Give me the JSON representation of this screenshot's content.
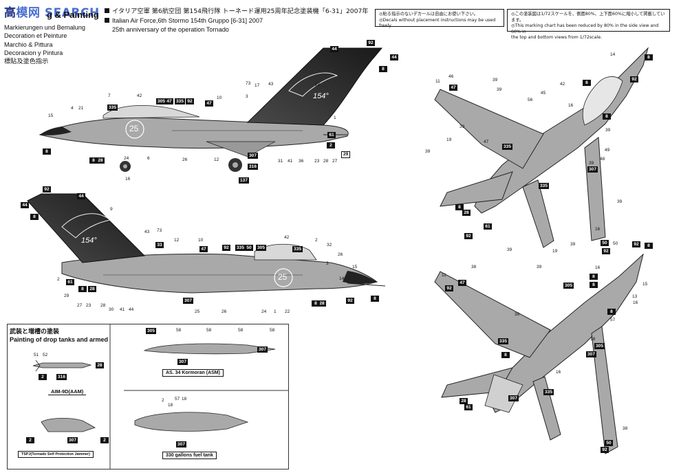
{
  "watermark": {
    "brand_a": "高",
    "brand_b": "模网",
    "brand_c": " SEARCH"
  },
  "header": {
    "title_fragment": "g & Painting"
  },
  "languages": [
    "Markierungen und Bemalung",
    "Decoration et Peinture",
    "Marchio & Pittura",
    "Decoracion y Pintura",
    "標貼及塗色指示"
  ],
  "subtitle": {
    "jp": "イタリア空軍 第6航空団 第154飛行隊 トーネード運用25周年記念塗装機「6-31」2007年",
    "en1": "Italian Air Force,6th Stormo 154th Gruppo [6-31] 2007",
    "en2": "25th anniversary of the operation Tornado"
  },
  "decal_note": {
    "sym": "◎",
    "jp": "貼る指示のないデカールは自由にお使い下さい。",
    "en": "◎Decals without placement instructions may be used freely."
  },
  "scale_note": {
    "jp": "◎この塗装図は1/72スケールを、側面80%、上下面60%に縮小して掲載しています。",
    "en1": "◎This marking chart has been reduced by 80% in the side view and 60% in",
    "en2": "the top and bottom views from 1/72scale."
  },
  "stores": {
    "heading_jp": "武装と増槽の塗装",
    "heading_en": "Painting of drop tanks and armed",
    "aim9": {
      "caption": "AIM-9D(AAM)",
      "labels": [
        "51",
        "52",
        "28",
        "2",
        "316"
      ]
    },
    "tspj": {
      "caption": "TSPJ(Tornado Self Protection Jammer)",
      "labels": [
        "2",
        "307",
        "2"
      ]
    },
    "kormoran": {
      "caption": "AS. 34 Kormoran (ASM)",
      "labels": [
        "305",
        "58",
        "58",
        "58",
        "58",
        "307",
        "307"
      ]
    },
    "fueltank": {
      "caption": "330 gallons fuel tank",
      "labels": [
        "2",
        "18",
        "57",
        "18",
        "307"
      ]
    }
  },
  "side_upper": {
    "tail_text": "154°",
    "roundel_text": "25",
    "codes": [
      "92",
      "44",
      "44",
      "8",
      "307",
      "316",
      "137",
      "8",
      "8",
      "28",
      "335",
      "305",
      "47",
      "335",
      "92",
      "47",
      "2",
      "61",
      "29"
    ],
    "numbers": [
      "15",
      "4",
      "21",
      "7",
      "42",
      "10",
      "73",
      "17",
      "43",
      "18",
      "3",
      "1",
      "24",
      "6",
      "26",
      "12",
      "31",
      "41",
      "36",
      "23",
      "28",
      "27",
      "16",
      "5"
    ]
  },
  "side_lower": {
    "tail_text": "154°",
    "roundel_text": "25",
    "codes": [
      "92",
      "44",
      "44",
      "8",
      "61",
      "28",
      "8",
      "33",
      "47",
      "92",
      "335",
      "50",
      "305",
      "335",
      "92",
      "8",
      "28",
      "307",
      "8"
    ],
    "numbers": [
      "9",
      "43",
      "73",
      "12",
      "10",
      "42",
      "2",
      "32",
      "26",
      "15",
      "14",
      "3",
      "2",
      "29",
      "27",
      "23",
      "28",
      "30",
      "41",
      "44",
      "25",
      "26",
      "24",
      "1",
      "22"
    ]
  },
  "top_view": {
    "codes": [
      "8",
      "92",
      "8",
      "8",
      "47",
      "335",
      "307",
      "335",
      "8",
      "28",
      "61",
      "92",
      "50",
      "92"
    ],
    "numbers": [
      "14",
      "11",
      "46",
      "39",
      "39",
      "56",
      "45",
      "42",
      "16",
      "19",
      "47",
      "39",
      "39",
      "39",
      "39",
      "49",
      "48",
      "39",
      "16",
      "50",
      "39",
      "39",
      "19",
      "39"
    ]
  },
  "bottom_view": {
    "codes": [
      "92",
      "8",
      "47",
      "8",
      "92",
      "305",
      "8",
      "8",
      "335",
      "305",
      "307",
      "8",
      "335",
      "307",
      "28",
      "61",
      "50",
      "92"
    ],
    "numbers": [
      "11",
      "38",
      "39",
      "16",
      "15",
      "13",
      "16",
      "57",
      "38",
      "16",
      "18"
    ]
  }
}
